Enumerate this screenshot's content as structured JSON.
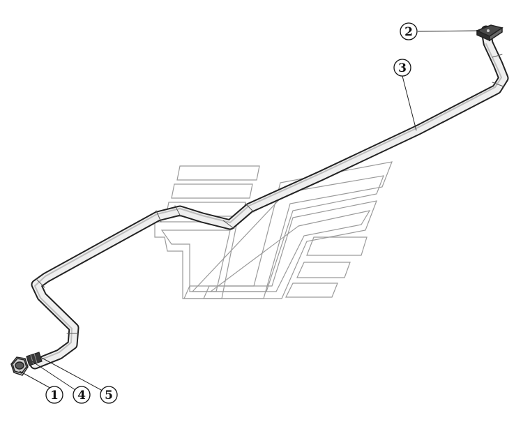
{
  "callouts": [
    {
      "id": "1",
      "label": "1"
    },
    {
      "id": "2",
      "label": "2"
    },
    {
      "id": "3",
      "label": "3"
    },
    {
      "id": "4",
      "label": "4"
    },
    {
      "id": "5",
      "label": "5"
    }
  ],
  "colors": {
    "line": "#222222",
    "tube_fill": "#efefef",
    "watermark": "#9a9a9a"
  },
  "icons": [
    "pipe-assembly",
    "hex-nut",
    "flange-fitting",
    "sleeve",
    "ring"
  ]
}
